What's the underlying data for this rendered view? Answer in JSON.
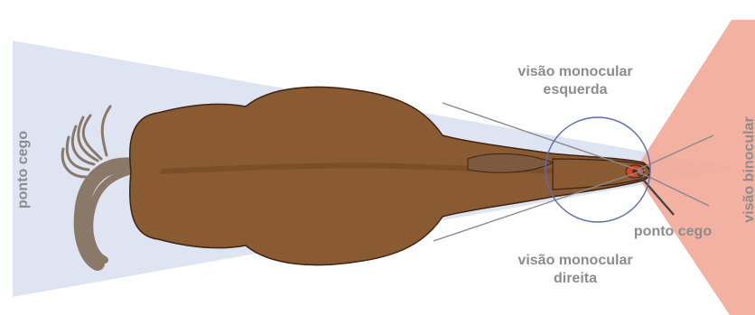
{
  "diagram": {
    "labels": {
      "blind_spot_rear": "ponto cego",
      "monocular_left_line1": "visão monocular",
      "monocular_left_line2": "esquerda",
      "monocular_right_line1": "visão monocular",
      "monocular_right_line2": "direita",
      "blind_spot_front": "ponto cego",
      "binocular": "visão binocular"
    },
    "colors": {
      "monocular_field": "#dfe4f2",
      "binocular_field": "#f2a898",
      "horse_body": "#8a5a33",
      "horse_shade": "#6e4424",
      "mane": "#7b5a3f",
      "tail": "#8a7868",
      "leader_line": "#8a8a8a",
      "circle": "#5b6bb0",
      "label_text": "#8c8c8c",
      "eye": "#d9442b"
    }
  }
}
